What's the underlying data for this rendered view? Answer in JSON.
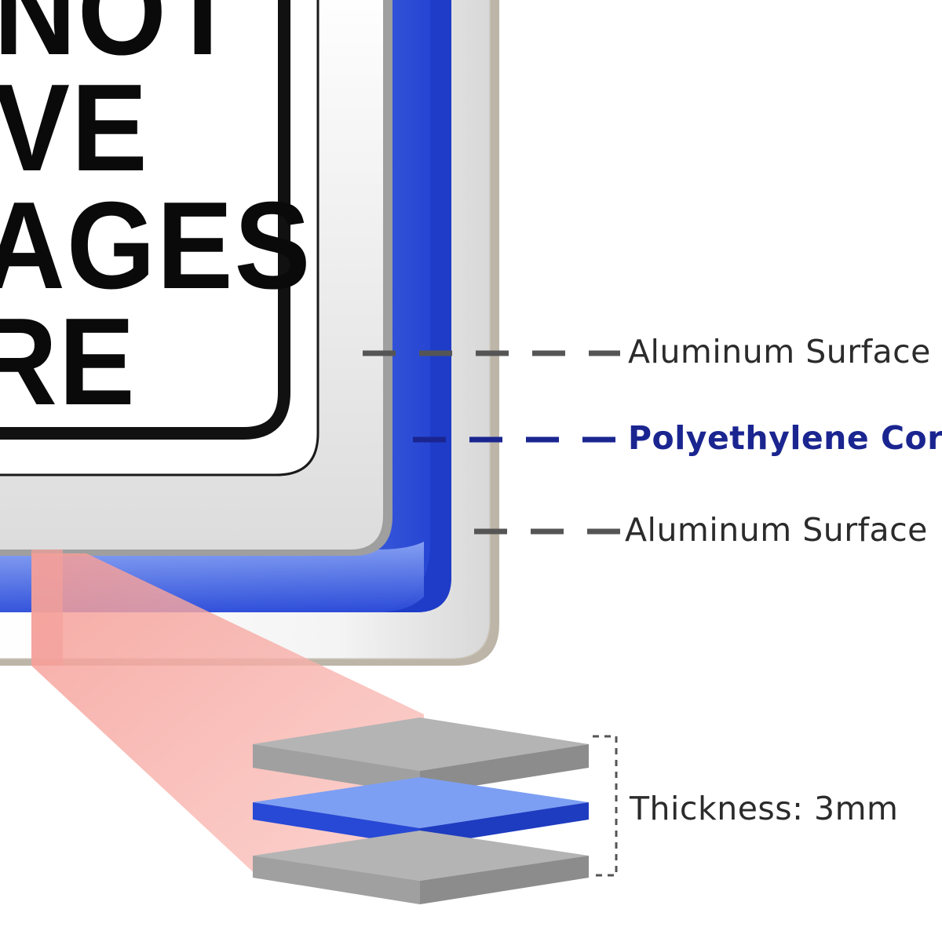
{
  "sign": {
    "words": [
      "NOT",
      "VE",
      "AGES",
      "RE"
    ],
    "text_color": "#0a0a0a",
    "border_color": "#111111",
    "face_color": "#ffffff"
  },
  "layers": [
    {
      "name": "Aluminum Surface",
      "color": "#b3b3b3",
      "line_color": "#555555"
    },
    {
      "name": "Polyethylene Core",
      "color": "#2f56e0",
      "line_color": "#1a2590"
    },
    {
      "name": "Aluminum Surface",
      "color": "#b3b3b3",
      "line_color": "#555555"
    }
  ],
  "thickness_label": "Thickness: 3mm",
  "colors": {
    "highlight_beam": "#f7a6a0",
    "core_blue": "#2f56e0",
    "core_light_blue": "#7ea0f2",
    "aluminum_gray": "#b3b3b3"
  }
}
